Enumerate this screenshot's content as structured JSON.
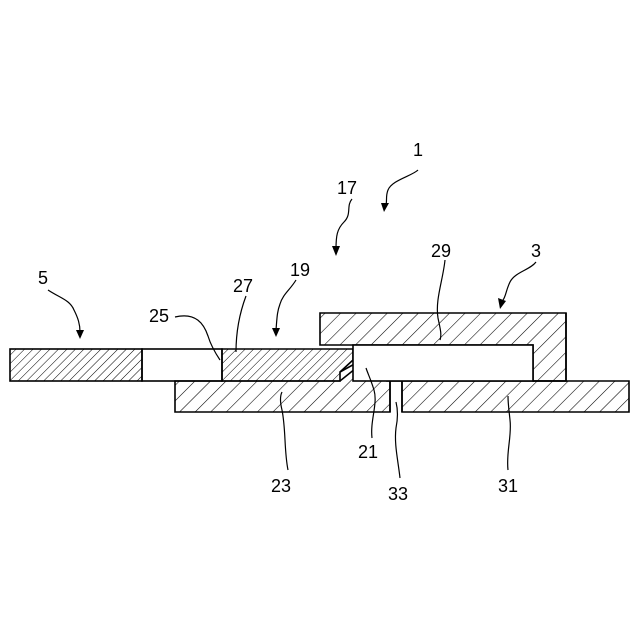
{
  "figure": {
    "colors": {
      "line": "#000000",
      "background": "#ffffff"
    },
    "labels": {
      "assembly": "1",
      "part_3": "3",
      "part_5": "5",
      "part_17": "17",
      "part_19": "19",
      "part_21": "21",
      "part_23": "23",
      "part_25": "25",
      "part_27": "27",
      "part_29": "29",
      "part_31": "31",
      "part_33": "33"
    }
  }
}
